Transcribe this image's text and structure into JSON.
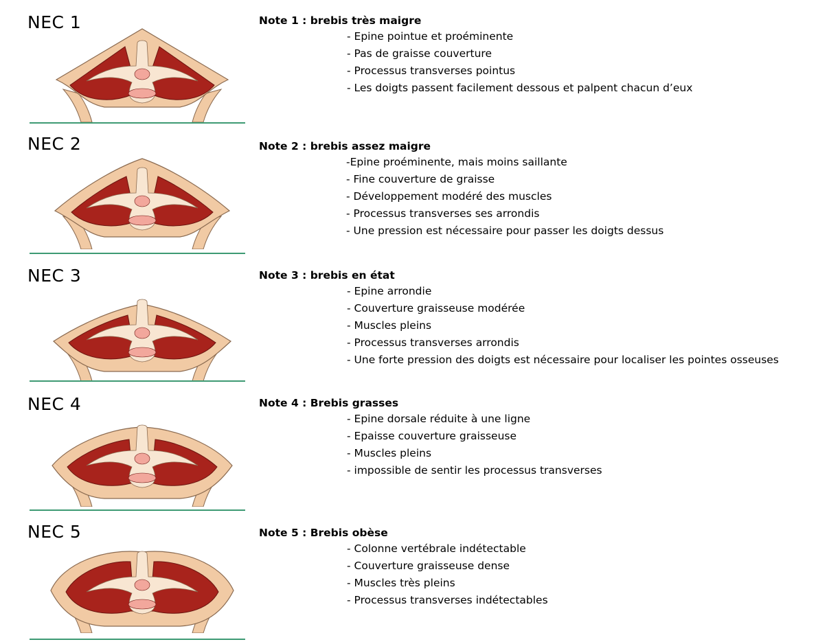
{
  "colors": {
    "fat": "#f1caa4",
    "fat_outline": "#8a6a50",
    "muscle": "#a8231c",
    "muscle_outline": "#6b1410",
    "bone": "#f8e6d2",
    "spinal": "#f2a79c",
    "rule": "#3d9a73"
  },
  "levels": [
    {
      "label": "NEC 1",
      "title": "Note 1 : brebis très maigre",
      "items": [
        "- Epine pointue et proéminente",
        "- Pas de graisse couverture",
        "- Processus transverses pointus",
        "- Les doigts passent facilement dessous et palpent chacun d’eux"
      ]
    },
    {
      "label": "NEC 2",
      "title": "Note 2 : brebis assez maigre",
      "items": [
        "-Epine proéminente, mais moins saillante",
        "- Fine couverture de graisse",
        "- Développement modéré des muscles",
        "- Processus transverses ses arrondis",
        "- Une pression est nécessaire pour passer les doigts dessus"
      ]
    },
    {
      "label": "NEC 3",
      "title": "Note 3 : brebis en état",
      "items": [
        "- Epine arrondie",
        "- Couverture graisseuse modérée",
        "- Muscles pleins",
        "- Processus transverses arrondis",
        "- Une forte pression des doigts est nécessaire pour localiser les pointes osseuses"
      ]
    },
    {
      "label": "NEC 4",
      "title": "Note 4 : Brebis grasses",
      "items": [
        "- Epine dorsale réduite à une ligne",
        "- Epaisse couverture graisseuse",
        "- Muscles pleins",
        "- impossible de sentir les processus transverses"
      ]
    },
    {
      "label": "NEC 5",
      "title": "Note 5 : Brebis obèse",
      "items": [
        "- Colonne vertébrale indétectable",
        "- Couverture graisseuse dense",
        "- Muscles très pleins",
        "- Processus transverses indétectables"
      ]
    }
  ]
}
